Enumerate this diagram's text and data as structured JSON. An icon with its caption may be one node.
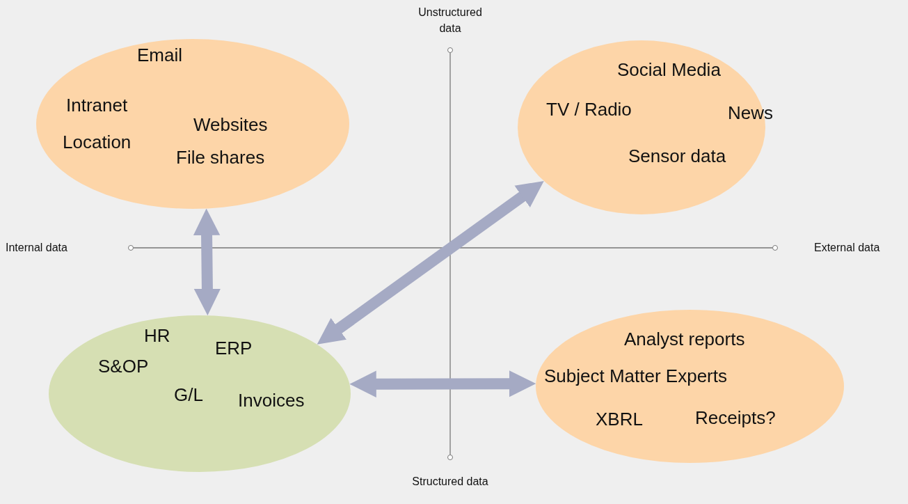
{
  "diagram": {
    "nodes": [
      {
        "text": [
          "Email",
          "Intranet",
          "Location",
          "Websites",
          "File shares"
        ]
      },
      {
        "text": [
          "Social Media",
          "TV / Radio",
          "News",
          "Sensor data"
        ]
      },
      {
        "text": [
          "HR",
          "ERP",
          "S&OP",
          "G/L",
          "Invoices"
        ]
      },
      {
        "text": [
          "Analyst reports",
          "Subject Matter Experts",
          "XBRL",
          "Receipts?"
        ]
      }
    ],
    "edges": [
      {
        "from": 0,
        "to": 2,
        "arrow": "both"
      },
      {
        "from": 2,
        "to": 1,
        "arrow": "both"
      },
      {
        "from": 2,
        "to": 3,
        "arrow": "both"
      }
    ],
    "labels": [
      "Unstructured data",
      "Internal data",
      "External data",
      "Structured data"
    ]
  }
}
